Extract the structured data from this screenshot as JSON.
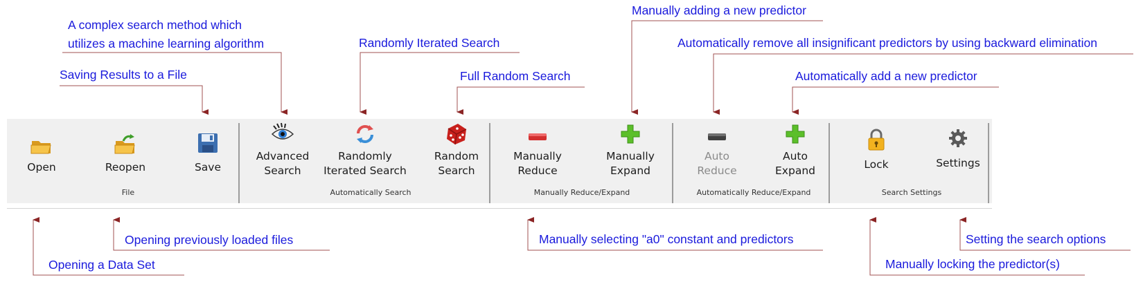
{
  "annotations": {
    "advanced_line1": "A complex search method which",
    "advanced_line2": "utilizes a machine learning algorithm",
    "save": "Saving Results to a File",
    "iterated": "Randomly Iterated Search",
    "random": "Full Random Search",
    "expand": "Manually adding a new predictor",
    "auto_reduce": "Automatically remove all insignificant predictors by using backward elimination",
    "auto_expand": "Automatically add a new predictor",
    "reopen": "Opening previously loaded files",
    "open": "Opening a Data Set",
    "reduce": "Manually selecting \"a0\" constant and predictors",
    "settings": "Setting the search options",
    "lock": "Manually locking the predictor(s)"
  },
  "ribbon": {
    "groups": {
      "file": "File",
      "auto_search": "Automatically Search",
      "manual": "Manually Reduce/Expand",
      "auto_re": "Automatically Reduce/Expand",
      "search_settings": "Search Settings"
    },
    "buttons": {
      "open": {
        "label": "Open",
        "icon": "folder-open-icon"
      },
      "reopen": {
        "label": "Reopen",
        "icon": "folder-reopen-icon"
      },
      "save": {
        "label": "Save",
        "icon": "floppy-disk-icon"
      },
      "advanced": {
        "l1": "Advanced",
        "l2": "Search",
        "icon": "eye-icon"
      },
      "iterated": {
        "l1": "Randomly",
        "l2": "Iterated Search",
        "icon": "cycle-arrows-icon"
      },
      "random": {
        "l1": "Random",
        "l2": "Search",
        "icon": "dice-icon"
      },
      "m_reduce": {
        "l1": "Manually",
        "l2": "Reduce",
        "icon": "minus-icon"
      },
      "m_expand": {
        "l1": "Manually",
        "l2": "Expand",
        "icon": "plus-icon"
      },
      "a_reduce": {
        "l1": "Auto",
        "l2": "Reduce",
        "icon": "minus-icon",
        "enabled": false
      },
      "a_expand": {
        "l1": "Auto",
        "l2": "Expand",
        "icon": "plus-icon"
      },
      "lock": {
        "label": "Lock",
        "icon": "padlock-icon"
      },
      "settings": {
        "label": "Settings",
        "icon": "gear-icon"
      }
    }
  },
  "colors": {
    "annotation_text": "#1a1adc",
    "leader_line": "#8b2525",
    "ribbon_bg": "#f0f0f0"
  }
}
